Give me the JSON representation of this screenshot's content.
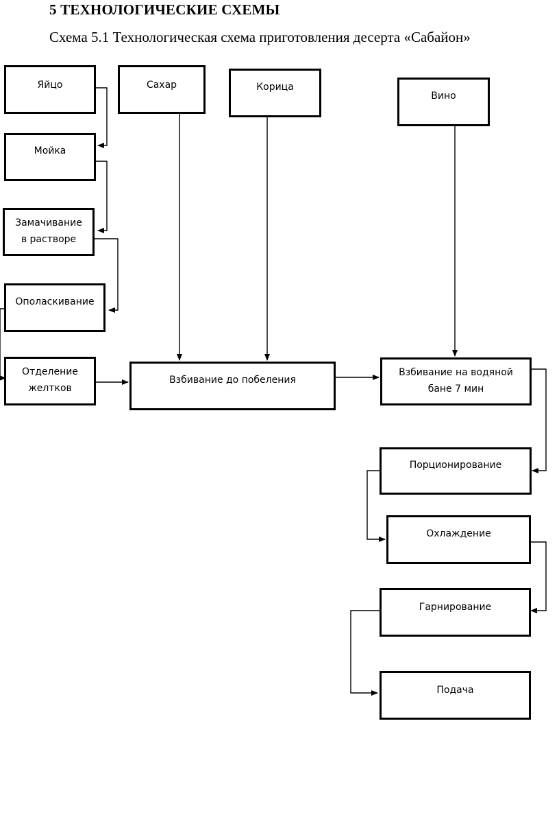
{
  "header": {
    "heading": "5 ТЕХНОЛОГИЧЕСКИЕ СХЕМЫ",
    "subtitle": "Схема 5.1 Технологическая схема приготовления десерта «Сабайон»"
  },
  "nodes": {
    "egg": "Яйцо",
    "sugar": "Сахар",
    "cinnamon": "Корица",
    "wine": "Вино",
    "washing": "Мойка",
    "soaking_line1": "Замачивание",
    "soaking_line2": "в растворе",
    "rinsing": "Ополаскивание",
    "separation_line1": "Отделение",
    "separation_line2": "желтков",
    "whipping_white": "Взбивание до побеления",
    "bath_line1": "Взбивание на водяной",
    "bath_line2": "бане 7 мин",
    "portioning": "Порционирование",
    "cooling": "Охлаждение",
    "garnishing": "Гарнирование",
    "serving": "Подача"
  },
  "edges": [
    [
      "egg",
      "washing"
    ],
    [
      "washing",
      "soaking"
    ],
    [
      "soaking",
      "rinsing"
    ],
    [
      "rinsing",
      "separation"
    ],
    [
      "separation",
      "whipping_white"
    ],
    [
      "sugar",
      "whipping_white"
    ],
    [
      "cinnamon",
      "whipping_white"
    ],
    [
      "whipping_white",
      "bath"
    ],
    [
      "wine",
      "bath"
    ],
    [
      "bath",
      "portioning"
    ],
    [
      "portioning",
      "cooling"
    ],
    [
      "cooling",
      "garnishing"
    ],
    [
      "garnishing",
      "serving"
    ]
  ]
}
